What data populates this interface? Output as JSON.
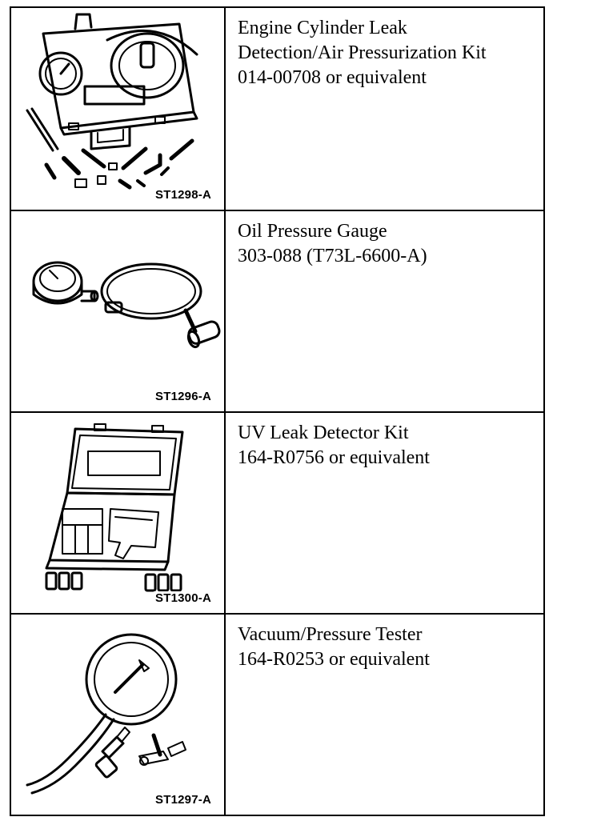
{
  "tools": [
    {
      "figure_id": "ST1298-A",
      "icon": "leak-detection-kit-icon",
      "lines": [
        "Engine Cylinder Leak",
        "Detection/Air Pressurization Kit",
        "014-00708 or equivalent"
      ]
    },
    {
      "figure_id": "ST1296-A",
      "icon": "oil-pressure-gauge-icon",
      "lines": [
        "Oil Pressure Gauge",
        "303-088 (T73L-6600-A)"
      ]
    },
    {
      "figure_id": "ST1300-A",
      "icon": "uv-leak-detector-kit-icon",
      "lines": [
        "UV Leak Detector Kit",
        "164-R0756 or equivalent"
      ]
    },
    {
      "figure_id": "ST1297-A",
      "icon": "vacuum-pressure-tester-icon",
      "lines": [
        "Vacuum/Pressure Tester",
        "164-R0253 or equivalent"
      ]
    }
  ]
}
